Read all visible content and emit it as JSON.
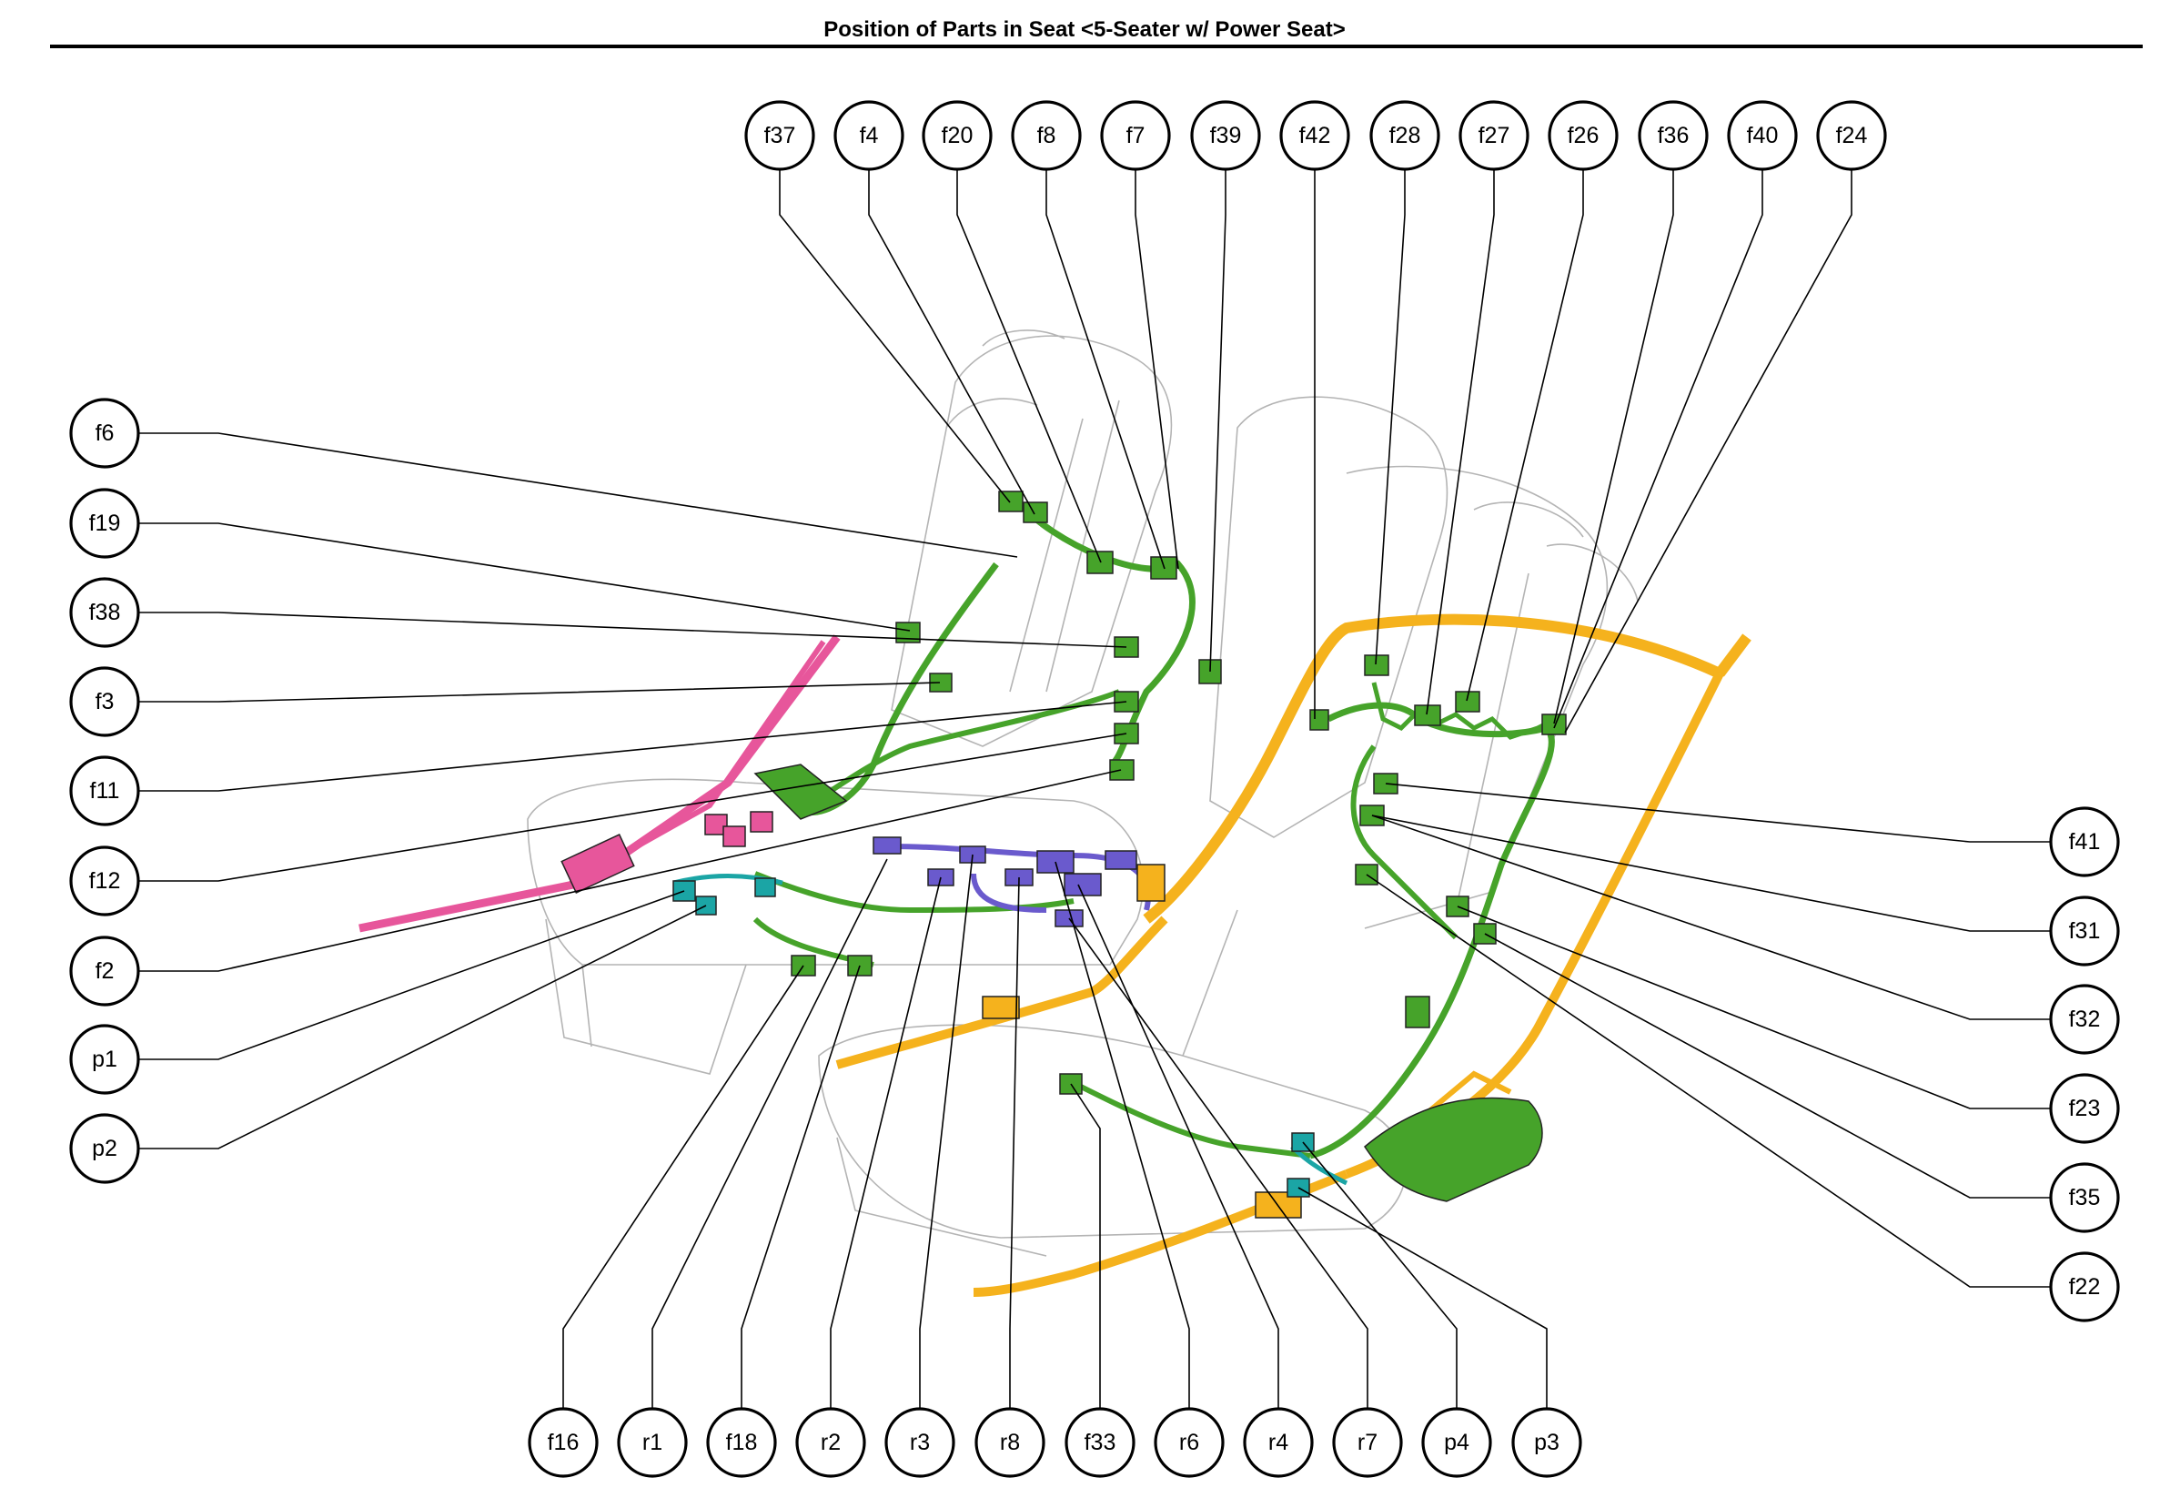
{
  "header": {
    "title": "Position of Parts in Seat <5-Seater w/ Power Seat>"
  },
  "colors": {
    "seat_outline": "#b4b4b4",
    "front_seat_harness": "#46a32a",
    "rear_seat_harness": "#f5b21d",
    "power_seat_harness": "#6a5acd",
    "body_harness": "#e7569b",
    "teal_connector": "#1ba5a5"
  },
  "callouts": {
    "top": [
      "f37",
      "f4",
      "f20",
      "f8",
      "f7",
      "f39",
      "f42",
      "f28",
      "f27",
      "f26",
      "f36",
      "f40",
      "f24"
    ],
    "left": [
      "f6",
      "f19",
      "f38",
      "f3",
      "f11",
      "f12",
      "f2",
      "p1",
      "p2"
    ],
    "right": [
      "f41",
      "f31",
      "f32",
      "f23",
      "f35",
      "f22"
    ],
    "bottom": [
      "f16",
      "r1",
      "f18",
      "r2",
      "r3",
      "r8",
      "f33",
      "r6",
      "r4",
      "r7",
      "p4",
      "p3"
    ]
  }
}
